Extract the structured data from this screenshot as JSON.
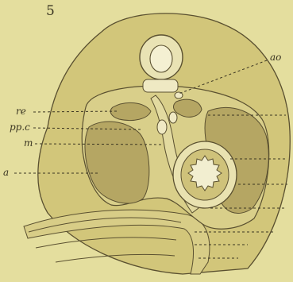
{
  "figure": {
    "number": "5",
    "labels": {
      "ao": "ao",
      "re": "re",
      "ppc": "pp.c",
      "m": "m",
      "a": "a"
    }
  },
  "colors": {
    "paper": "#e4de9e",
    "embryo_fill": "#d2c67a",
    "dark_organ": "#b5a663",
    "ink": "#3a3522"
  }
}
